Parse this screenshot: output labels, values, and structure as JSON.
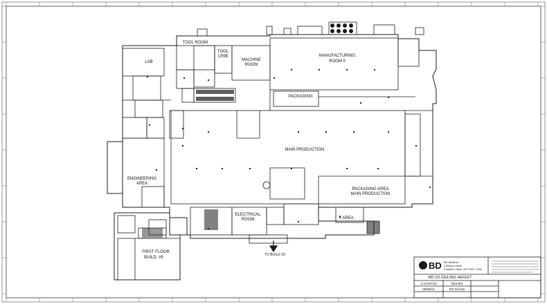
{
  "rooms": {
    "tool_room": "TOOL ROOM",
    "tool_crib_1": "TOOL",
    "tool_crib_2": "CRIB",
    "machine_room_1": "MACHINE",
    "machine_room_2": "ROOM",
    "lab": "LAB",
    "manufacturing_1": "MANUFACTURING",
    "manufacturing_2": "ROOM II",
    "packaging": "PACKAGING",
    "main_production": "MAIN  PRODUCTION",
    "engineering_1": "ENGINEERING",
    "engineering_2": "AREA",
    "packaging_area_1": "PACKAGING AREA",
    "packaging_area_2": "MAIN  PRODUCTION",
    "electrical_1": "ELECTRICAL",
    "electrical_2": "ROOM",
    "t_area": "T AREA",
    "first_floor_1": "FIRST   FLOOR",
    "first_floor_2": "BUILD. #5",
    "to_build": "TO BUILD 20"
  },
  "title_block": {
    "brand": "BD",
    "company_1": "BD Medical",
    "company_2": "1 Becton Drive",
    "company_3": "Franklin Lakes, NJ 07417 USA",
    "drawing_title": "BD 1D CEILING HEIGHT",
    "drawn_by": "G.SANTOS",
    "units": "INCHES",
    "scale": "NO SCALE",
    "date": "09/08/13"
  },
  "colors": {
    "line": "#1a1a1a",
    "border": "#555555",
    "background": "#ffffff"
  }
}
